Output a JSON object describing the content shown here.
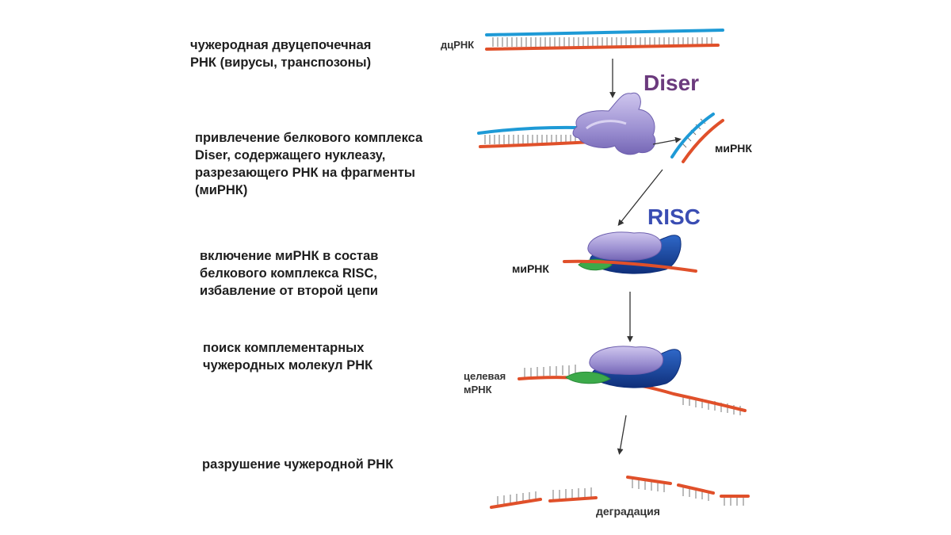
{
  "steps": [
    "чужеродная двуцепочечная\nРНК (вирусы, транспозоны)",
    "привлечение белкового комплекса\nDiser, содержащего нуклеазу,\nразрезающего РНК на фрагменты\n(миРНК)",
    "включение миРНК  в состав\nбелкового комплекса RISC,\nизбавление от второй цепи",
    "поиск комплементарных\nчужеродных молекул РНК",
    "разрушение чужеродной РНК"
  ],
  "labels": {
    "dsrna": "дцРНК",
    "diser": "Diser",
    "mirna_1": "миРНК",
    "risc": "RISC",
    "mirna_2": "миРНК",
    "target_line1": "целевая",
    "target_line2": "мРНК",
    "degradation": "деградация"
  },
  "colors": {
    "text": "#1e1e1e",
    "strand_blue": "#1e9ad6",
    "strand_red": "#e0502a",
    "diser_purple": "#6b3a7d",
    "risc_blue": "#3a4db3",
    "protein_lilac": "#9b8fd1",
    "protein_dark": "#17429a",
    "mirna_green": "#3caa4a",
    "arrow": "#333333"
  }
}
